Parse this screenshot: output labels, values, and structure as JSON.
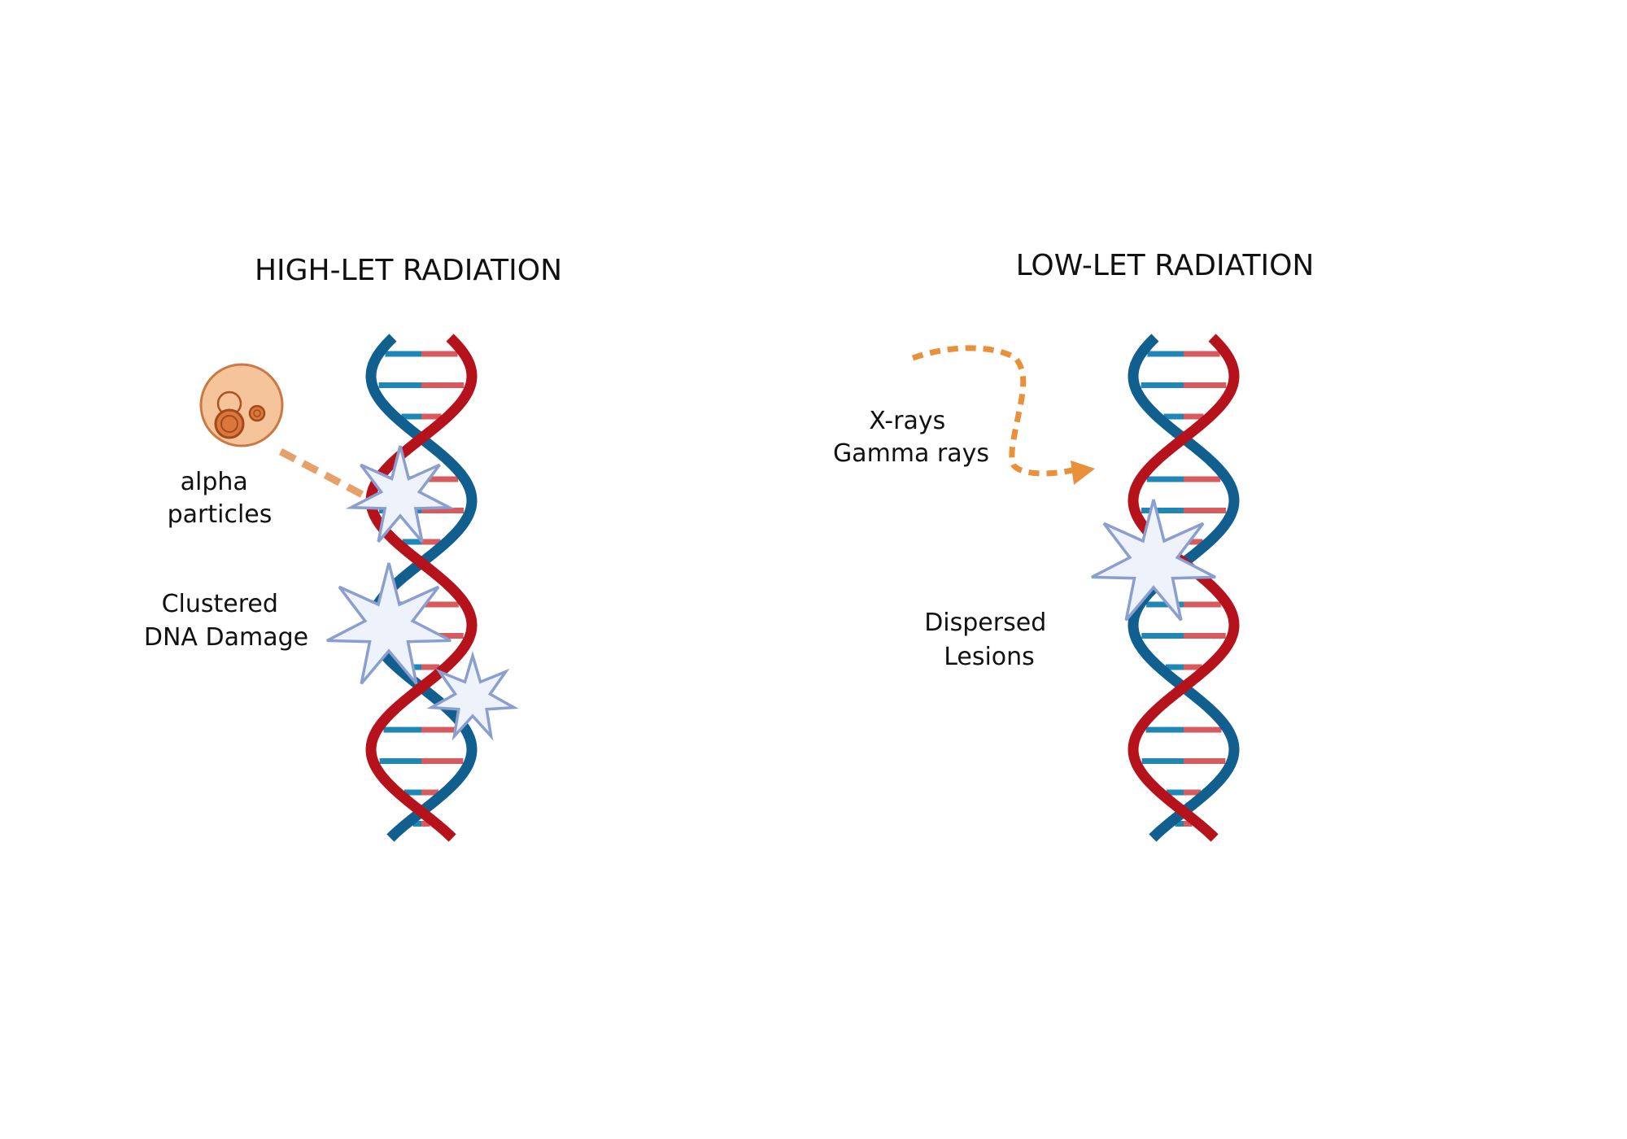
{
  "panels": {
    "high": {
      "title": "HIGH-LET RADIATION",
      "particle_label": [
        "alpha",
        "particles"
      ],
      "damage_label": [
        "Clustered",
        "DNA Damage"
      ]
    },
    "low": {
      "title": "LOW-LET RADIATION",
      "ray_label": [
        "X-rays",
        "Gamma rays"
      ],
      "damage_label": [
        "Dispersed",
        "Lesions"
      ]
    }
  },
  "colors": {
    "strand_red": "#b5121b",
    "strand_blue": "#115f8e",
    "rung_red": "#d75a5f",
    "rung_blue": "#1e87b5",
    "star_fill": "#eef3fb",
    "star_stroke": "#8b9fcf",
    "arrow_orange": "#e8903a",
    "alpha_path": "#e6a06a",
    "particle_fill": "#f6c49a",
    "particle_stroke": "#c97a44"
  }
}
